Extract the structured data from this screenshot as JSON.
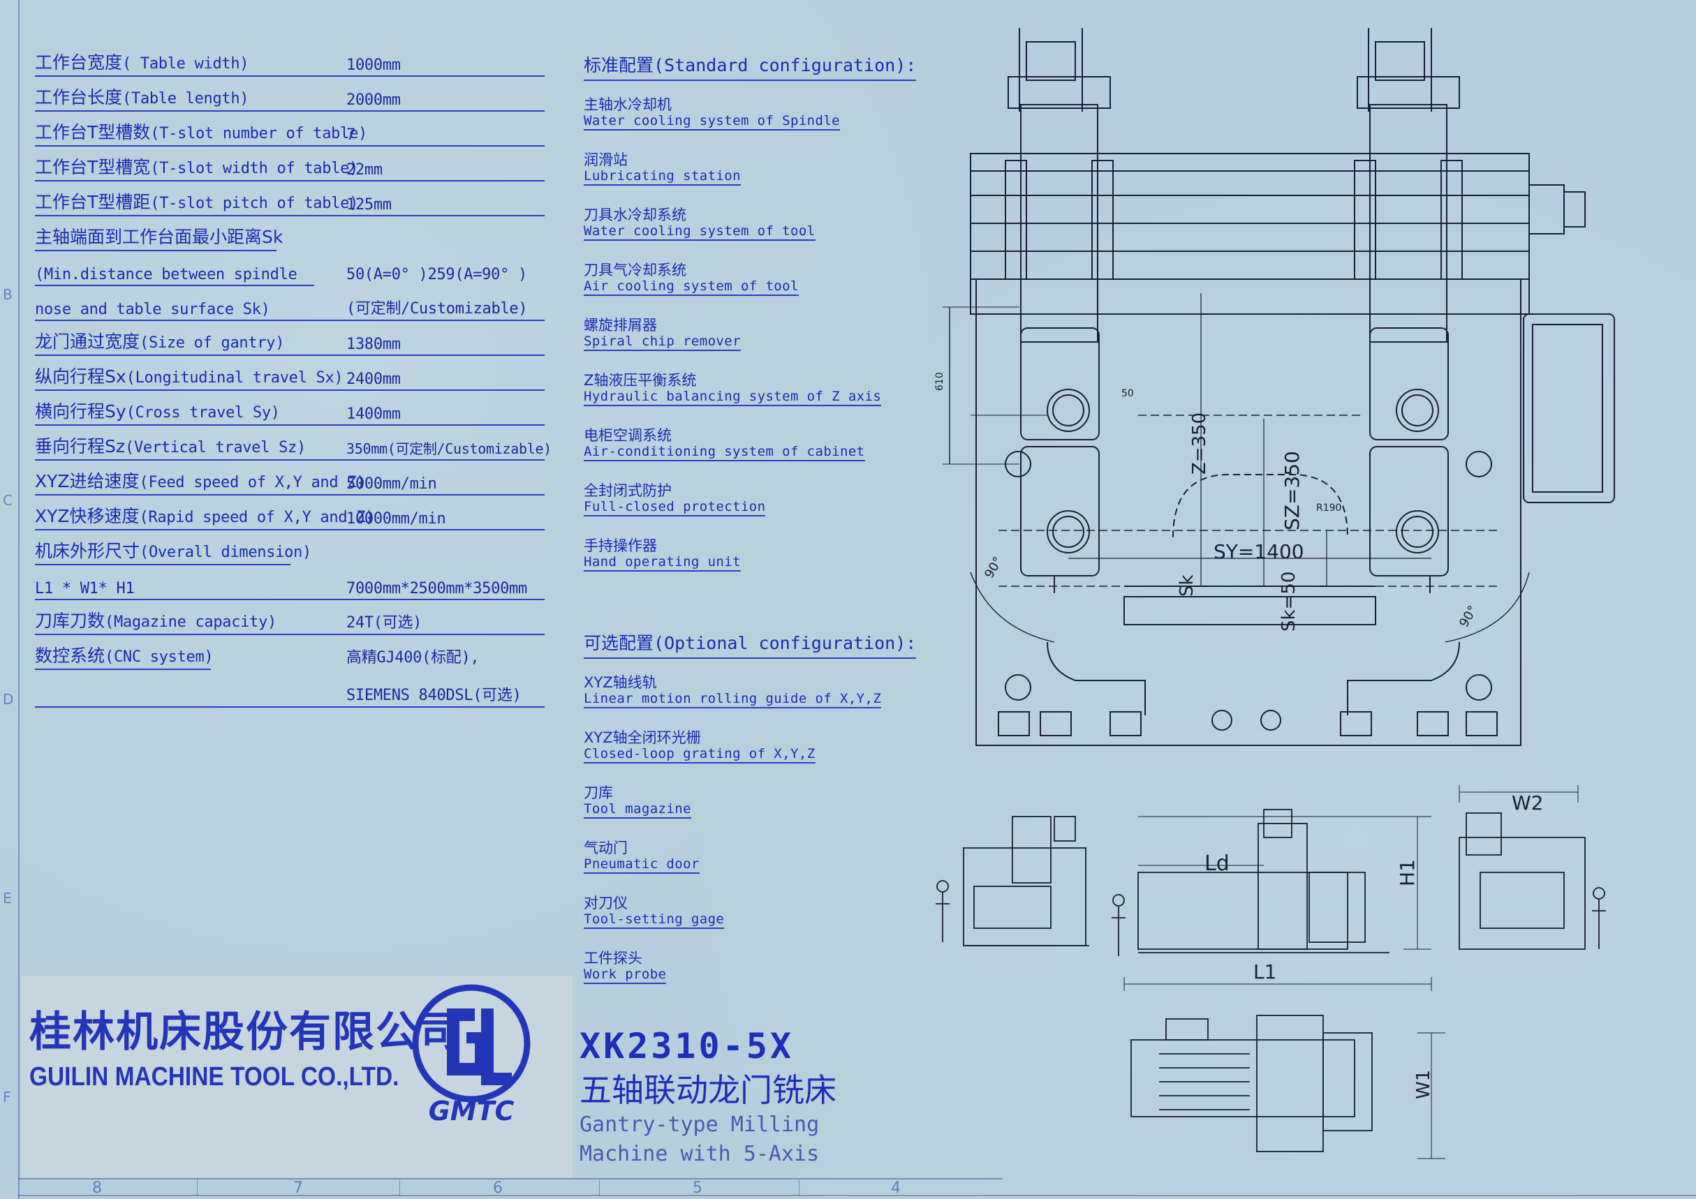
{
  "specs": [
    {
      "label_zh": "工作台宽度",
      "label_en": "( Table width)",
      "value": "1000mm"
    },
    {
      "label_zh": "工作台长度",
      "label_en": "(Table length)",
      "value": "2000mm"
    },
    {
      "label_zh": "工作台T型槽数",
      "label_en": "(T-slot number of table)",
      "value": "7"
    },
    {
      "label_zh": "工作台T型槽宽",
      "label_en": "(T-slot width of table)",
      "value": "22mm"
    },
    {
      "label_zh": "工作台T型槽距",
      "label_en": "(T-slot pitch of table)",
      "value": "125mm"
    },
    {
      "label_zh": "主轴端面到工作台面最小距离Sk",
      "label_en": "",
      "value": ""
    },
    {
      "label_zh": "",
      "label_en": "(Min.distance between spindle",
      "value": "50(A=0° )259(A=90° )"
    },
    {
      "label_zh": "",
      "label_en": " nose and table surface Sk)",
      "value": "(可定制/Customizable)"
    },
    {
      "label_zh": "龙门通过宽度",
      "label_en": "(Size of gantry)",
      "value": "1380mm"
    },
    {
      "label_zh": "纵向行程Sx",
      "label_en": "(Longitudinal travel Sx)",
      "value": "2400mm"
    },
    {
      "label_zh": "横向行程Sy",
      "label_en": "(Cross travel Sy)",
      "value": "1400mm"
    },
    {
      "label_zh": "垂向行程Sz",
      "label_en": "(Vertical travel Sz)",
      "value": "350mm(可定制/Customizable)"
    },
    {
      "label_zh": "XYZ进给速度",
      "label_en": "(Feed speed of X,Y and Z)",
      "value": "5000mm/min"
    },
    {
      "label_zh": "XYZ快移速度",
      "label_en": "(Rapid speed of X,Y and Z)",
      "value": "10000mm/min"
    },
    {
      "label_zh": "机床外形尺寸",
      "label_en": "(Overall dimension)",
      "value": ""
    },
    {
      "label_zh": "",
      "label_en": "L1 * W1* H1",
      "value": "7000mm*2500mm*3500mm"
    },
    {
      "label_zh": "刀库刀数",
      "label_en": "(Magazine capacity)",
      "value": "24T(可选)"
    },
    {
      "label_zh": "数控系统",
      "label_en": "(CNC system)",
      "value": "高精GJ400(标配),"
    },
    {
      "label_zh": "",
      "label_en": "",
      "value": "SIEMENS 840DSL(可选)"
    }
  ],
  "standard": {
    "heading_zh": "标准配置",
    "heading_en": "(Standard configuration):",
    "items": [
      {
        "zh": "主轴水冷却机",
        "en": "Water cooling system of Spindle"
      },
      {
        "zh": "润滑站",
        "en": "Lubricating station"
      },
      {
        "zh": "刀具水冷却系统",
        "en": "Water cooling system of tool"
      },
      {
        "zh": "刀具气冷却系统",
        "en": "Air cooling system of tool"
      },
      {
        "zh": "螺旋排屑器",
        "en": "Spiral chip remover"
      },
      {
        "zh": "Z轴液压平衡系统",
        "en": "Hydraulic balancing system of Z axis"
      },
      {
        "zh": "电柜空调系统",
        "en": "Air-conditioning system of cabinet"
      },
      {
        "zh": "全封闭式防护",
        "en": "Full-closed protection"
      },
      {
        "zh": "手持操作器",
        "en": "Hand operating unit"
      }
    ]
  },
  "optional": {
    "heading_zh": "可选配置",
    "heading_en": "(Optional configuration):",
    "items": [
      {
        "zh": "XYZ轴线轨",
        "en": "Linear motion rolling guide of X,Y,Z"
      },
      {
        "zh": "XYZ轴全闭环光栅",
        "en": "Closed-loop grating of X,Y,Z"
      },
      {
        "zh": "刀库",
        "en": "Tool magazine"
      },
      {
        "zh": "气动门",
        "en": "Pneumatic door"
      },
      {
        "zh": "对刀仪",
        "en": "Tool-setting gage"
      },
      {
        "zh": "工件探头",
        "en": "Work probe"
      }
    ]
  },
  "company": {
    "name_zh": "桂林机床股份有限公司",
    "name_en": "GUILIN MACHINE TOOL CO.,LTD.",
    "logo_text": "GMTC"
  },
  "product": {
    "model": "XK2310-5X",
    "name_zh": "五轴联动龙门铣床",
    "name_en_line1": "Gantry-type Milling",
    "name_en_line2": "Machine with 5-Axis"
  },
  "drawing_labels": {
    "sy": "SY=1400",
    "sz": "SZ=350",
    "sk": "Sk",
    "sk50": "Sk=50",
    "z350": "Z=350",
    "r190": "R190",
    "dim610": "610",
    "dim50": "50",
    "angle_left": "90°",
    "angle_right": "90°",
    "ld": "Ld",
    "h1": "H1",
    "w2": "W2",
    "l1": "L1",
    "w1": "W1"
  },
  "frame": {
    "zone_letters": [
      "B",
      "C",
      "D",
      "E",
      "F"
    ],
    "zone_numbers": [
      "8",
      "7",
      "6",
      "5",
      "4"
    ]
  },
  "colors": {
    "background": "#b7cfdc",
    "ink": "#1d2fa6",
    "drawing": "#1a1f3a"
  }
}
